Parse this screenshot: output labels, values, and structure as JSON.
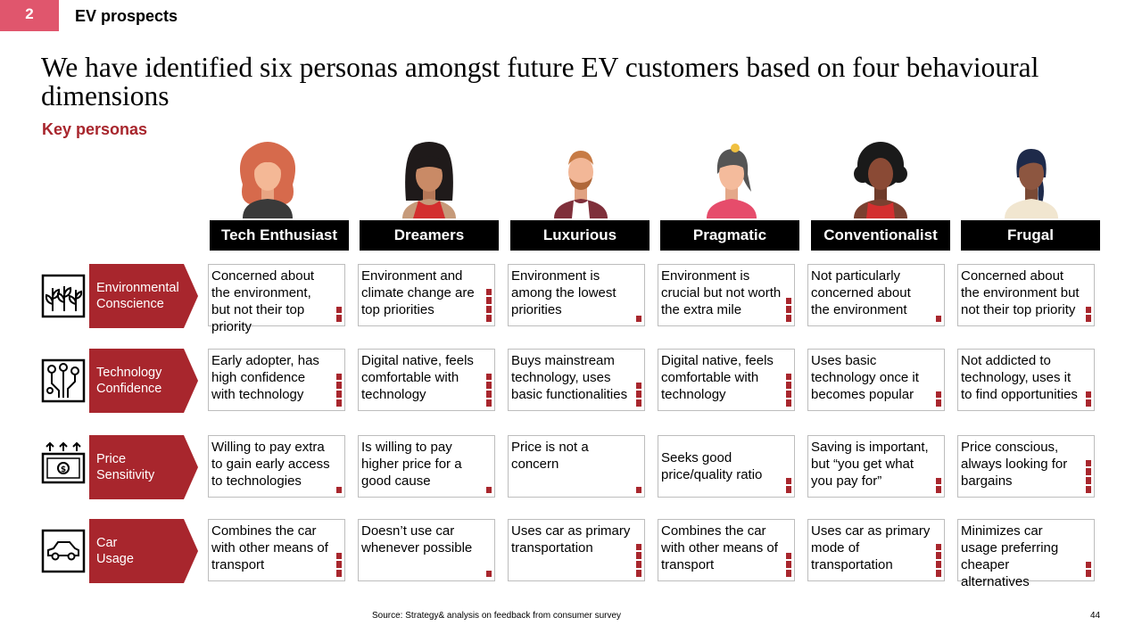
{
  "header": {
    "section_number": "2",
    "section_name": "EV prospects"
  },
  "title": "We have identified six personas amongst future EV customers based on four behavioural dimensions",
  "subtitle": "Key personas",
  "personas": [
    {
      "name": "Tech Enthusiast"
    },
    {
      "name": "Dreamers"
    },
    {
      "name": "Luxurious"
    },
    {
      "name": "Pragmatic"
    },
    {
      "name": "Conventionalist"
    },
    {
      "name": "Frugal"
    }
  ],
  "dimensions": [
    {
      "label_line1": "Environmental",
      "label_line2": "Conscience",
      "icon": "plant-icon",
      "cells": [
        {
          "text": "Concerned about the environment, but not their top priority",
          "level": 2
        },
        {
          "text": "Environment and climate change are top priorities",
          "level": 4
        },
        {
          "text": "Environment is among the lowest priorities",
          "level": 1
        },
        {
          "text": "Environment is crucial but not worth the extra mile",
          "level": 3
        },
        {
          "text": "Not particularly concerned about the environment",
          "level": 1
        },
        {
          "text": "Concerned about the environment but not their top priority",
          "level": 2
        }
      ]
    },
    {
      "label_line1": "Technology",
      "label_line2": "Confidence",
      "icon": "circuit-icon",
      "cells": [
        {
          "text": "Early adopter, has high confidence with technology",
          "level": 4
        },
        {
          "text": "Digital native, feels comfortable with technology",
          "level": 4
        },
        {
          "text": "Buys mainstream technology, uses basic functionalities",
          "level": 3
        },
        {
          "text": "Digital native, feels comfortable with technology",
          "level": 4
        },
        {
          "text": "Uses basic technology once it becomes popular",
          "level": 2
        },
        {
          "text": "Not addicted to technology, uses it to find opportunities",
          "level": 2
        }
      ]
    },
    {
      "label_line1": "Price",
      "label_line2": "Sensitivity",
      "icon": "money-icon",
      "cells": [
        {
          "text": "Willing to pay extra to gain early access to technologies",
          "level": 1
        },
        {
          "text": "Is willing to pay higher price for a good cause",
          "level": 1
        },
        {
          "text": "Price is not a concern",
          "level": 1
        },
        {
          "text": "Seeks good price/quality ratio",
          "level": 2
        },
        {
          "text": "Saving is important, but “you get what you pay for”",
          "level": 2
        },
        {
          "text": "Price conscious, always looking for bargains",
          "level": 4
        }
      ]
    },
    {
      "label_line1": "Car",
      "label_line2": "Usage",
      "icon": "car-icon",
      "cells": [
        {
          "text": "Combines the car with other means of transport",
          "level": 3
        },
        {
          "text": "Doesn’t use car whenever possible",
          "level": 1
        },
        {
          "text": "Uses car as primary transportation",
          "level": 4
        },
        {
          "text": "Combines the car with other means of transport",
          "level": 3
        },
        {
          "text": "Uses car as primary mode of transportation",
          "level": 4
        },
        {
          "text": "Minimizes car usage preferring cheaper alternatives",
          "level": 2
        }
      ]
    }
  ],
  "footer": {
    "source": "Source: Strategy& analysis on feedback from consumer survey",
    "page_number": "44"
  },
  "colors": {
    "accent": "#a8262d",
    "tab": "#e0566d"
  }
}
